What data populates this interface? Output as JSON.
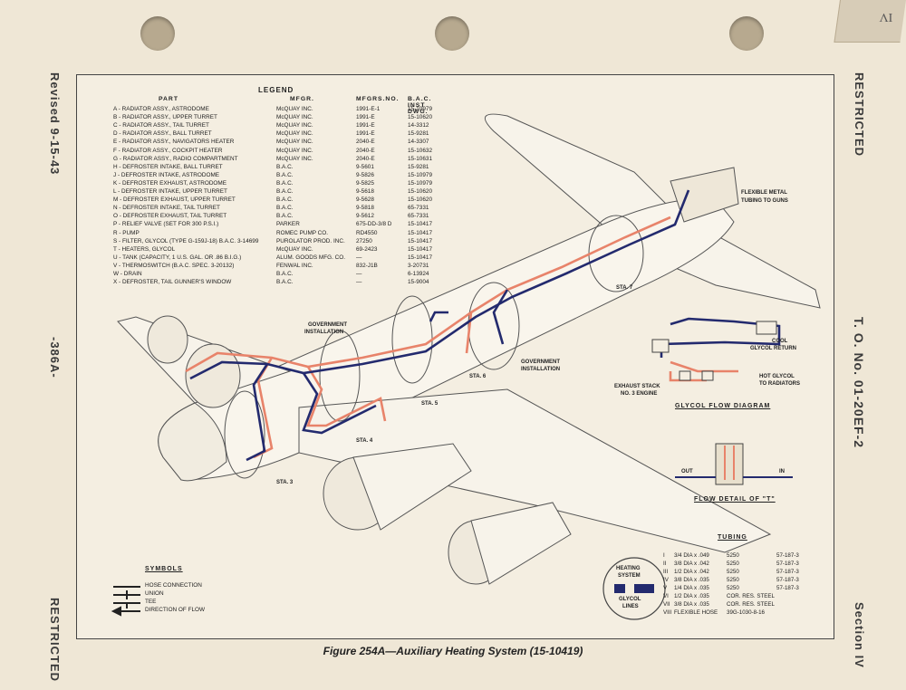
{
  "margin": {
    "left_top": "Revised 9-15-43",
    "left_mid": "-386A-",
    "left_bottom": "RESTRICTED",
    "right_top": "RESTRICTED",
    "right_mid": "T. O. No. 01-20EF-2",
    "right_bottom": "Section IV",
    "tab_text": "IV"
  },
  "caption": "Figure 254A—Auxiliary Heating System (15-10419)",
  "legend": {
    "title": "LEGEND",
    "headers": [
      "PART",
      "MFGR.",
      "MFGRS.NO.",
      "B.A.C. INST DWG."
    ],
    "rows": [
      [
        "A - RADIATOR ASSY., ASTRODOME",
        "McQUAY INC.",
        "1991-E-1",
        "15-10979"
      ],
      [
        "B - RADIATOR ASSY., UPPER TURRET",
        "McQUAY INC.",
        "1991-E",
        "15-10620"
      ],
      [
        "C - RADIATOR ASSY., TAIL TURRET",
        "McQUAY INC.",
        "1991-E",
        "14-3312"
      ],
      [
        "D - RADIATOR ASSY., BALL TURRET",
        "McQUAY INC.",
        "1991-E",
        "15-9281"
      ],
      [
        "E - RADIATOR ASSY., NAVIGATORS HEATER",
        "McQUAY INC.",
        "2040-E",
        "14-3307"
      ],
      [
        "F - RADIATOR ASSY., COCKPIT HEATER",
        "McQUAY INC.",
        "2040-E",
        "15-10632"
      ],
      [
        "G - RADIATOR ASSY., RADIO COMPARTMENT",
        "McQUAY INC.",
        "2040-E",
        "15-10631"
      ],
      [
        "H - DEFROSTER INTAKE, BALL TURRET",
        "B.A.C.",
        "9-5601",
        "15-9281"
      ],
      [
        "J - DEFROSTER INTAKE, ASTRODOME",
        "B.A.C.",
        "9-5826",
        "15-10979"
      ],
      [
        "K - DEFROSTER EXHAUST, ASTRODOME",
        "B.A.C.",
        "9-5825",
        "15-10979"
      ],
      [
        "L - DEFROSTER INTAKE, UPPER TURRET",
        "B.A.C.",
        "9-5618",
        "15-10620"
      ],
      [
        "M - DEFROSTER EXHAUST, UPPER TURRET",
        "B.A.C.",
        "9-5628",
        "15-10620"
      ],
      [
        "N - DEFROSTER INTAKE, TAIL TURRET",
        "B.A.C.",
        "9-5818",
        "65-7331"
      ],
      [
        "O - DEFROSTER EXHAUST, TAIL TURRET",
        "B.A.C.",
        "9-5612",
        "65-7331"
      ],
      [
        "P - RELIEF VALVE (SET FOR 300 P.S.I.)",
        "PARKER",
        "675-DD-3/8 D",
        "15-10417"
      ],
      [
        "R - PUMP",
        "ROMEC PUMP CO.",
        "RD4550",
        "15-10417"
      ],
      [
        "S - FILTER, GLYCOL (TYPE G-159J-18) B.A.C. 3-14699",
        "PUROLATOR PROD. INC.",
        "27250",
        "15-10417"
      ],
      [
        "T - HEATERS, GLYCOL",
        "McQUAY INC.",
        "69-2423",
        "15-10417"
      ],
      [
        "U - TANK (CAPACITY, 1 U.S. GAL. OR .86 B.I.G.)",
        "ALUM. GOODS MFG. CO.",
        "—",
        "15-10417"
      ],
      [
        "V - THERMOSWITCH (B.A.C. SPEC. 3-20132)",
        "FENWAL INC.",
        "832-J1B",
        "3-20731"
      ],
      [
        "W - DRAIN",
        "B.A.C.",
        "—",
        "6-13924"
      ],
      [
        "X - DEFROSTER, TAIL GUNNER'S WINDOW",
        "B.A.C.",
        "—",
        "15-9004"
      ]
    ]
  },
  "labels": {
    "gov_inst_1": "GOVERNMENT",
    "gov_inst_1b": "INSTALLATION",
    "gov_inst_2": "GOVERNMENT",
    "gov_inst_2b": "INSTALLATION",
    "flex": "FLEXIBLE METAL",
    "flex_b": "TUBING TO GUNS",
    "sta3": "STA. 3",
    "sta4": "STA. 4",
    "sta5": "STA. 5",
    "sta6": "STA. 6",
    "sta7": "STA. 7",
    "cool": "COOL",
    "cool_b": "GLYCOL RETURN",
    "hot": "HOT GLYCOL",
    "hot_b": "TO RADIATORS",
    "exhaust": "EXHAUST STACK",
    "exhaust_b": "NO. 3 ENGINE",
    "glycol_diagram": "GLYCOL FLOW DIAGRAM",
    "flow_detail": "FLOW DETAIL OF \"T\"",
    "out": "OUT",
    "in": "IN",
    "heating": "HEATING",
    "system": "SYSTEM",
    "glycol": "GLYCOL",
    "lines": "LINES"
  },
  "tubing": {
    "title": "TUBING",
    "rows": [
      [
        "I",
        "3/4 DIA x .049",
        "5250",
        "57-187-3"
      ],
      [
        "II",
        "3/8 DIA x .042",
        "5250",
        "57-187-3"
      ],
      [
        "III",
        "1/2 DIA x .042",
        "5250",
        "57-187-3"
      ],
      [
        "IV",
        "3/8 DIA x .035",
        "5250",
        "57-187-3"
      ],
      [
        "V",
        "1/4 DIA x .035",
        "5250",
        "57-187-3"
      ],
      [
        "VI",
        "1/2 DIA x .035",
        "COR. RES. STEEL",
        ""
      ],
      [
        "VII",
        "3/8 DIA x .035",
        "COR. RES. STEEL",
        ""
      ],
      [
        "VIII",
        "FLEXIBLE HOSE",
        "39G-1030-8-16",
        ""
      ]
    ]
  },
  "symbols": {
    "title": "SYMBOLS",
    "items": [
      "HOSE CONNECTION",
      "UNION",
      "TEE",
      "DIRECTION OF FLOW"
    ]
  },
  "colors": {
    "hot_line": "#e8836a",
    "cool_line": "#232a6e",
    "ink": "#444444",
    "paper": "#f4eee1"
  }
}
